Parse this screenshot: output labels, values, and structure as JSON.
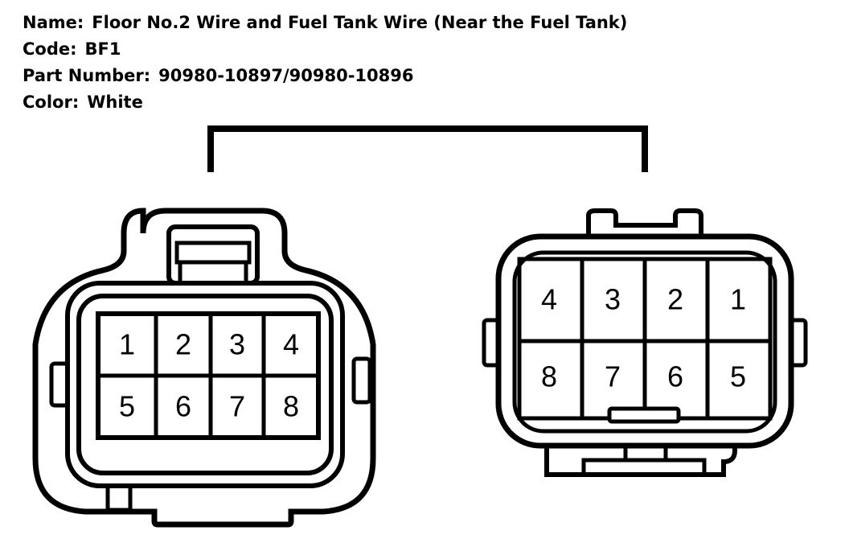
{
  "info": {
    "name_label": "Name:",
    "name_value": "Floor No.2 Wire and Fuel Tank Wire (Near the Fuel Tank)",
    "code_label": "Code:",
    "code_value": "BF1",
    "part_label": "Part Number:",
    "part_value": "90980-10897/90980-10896",
    "color_label": "Color:",
    "color_value": "White"
  },
  "left_connector": {
    "pins": [
      "1",
      "2",
      "3",
      "4",
      "5",
      "6",
      "7",
      "8"
    ]
  },
  "right_connector": {
    "pins": [
      "4",
      "3",
      "2",
      "1",
      "8",
      "7",
      "6",
      "5"
    ]
  },
  "colors": {
    "line": "#000000",
    "background": "#ffffff"
  }
}
